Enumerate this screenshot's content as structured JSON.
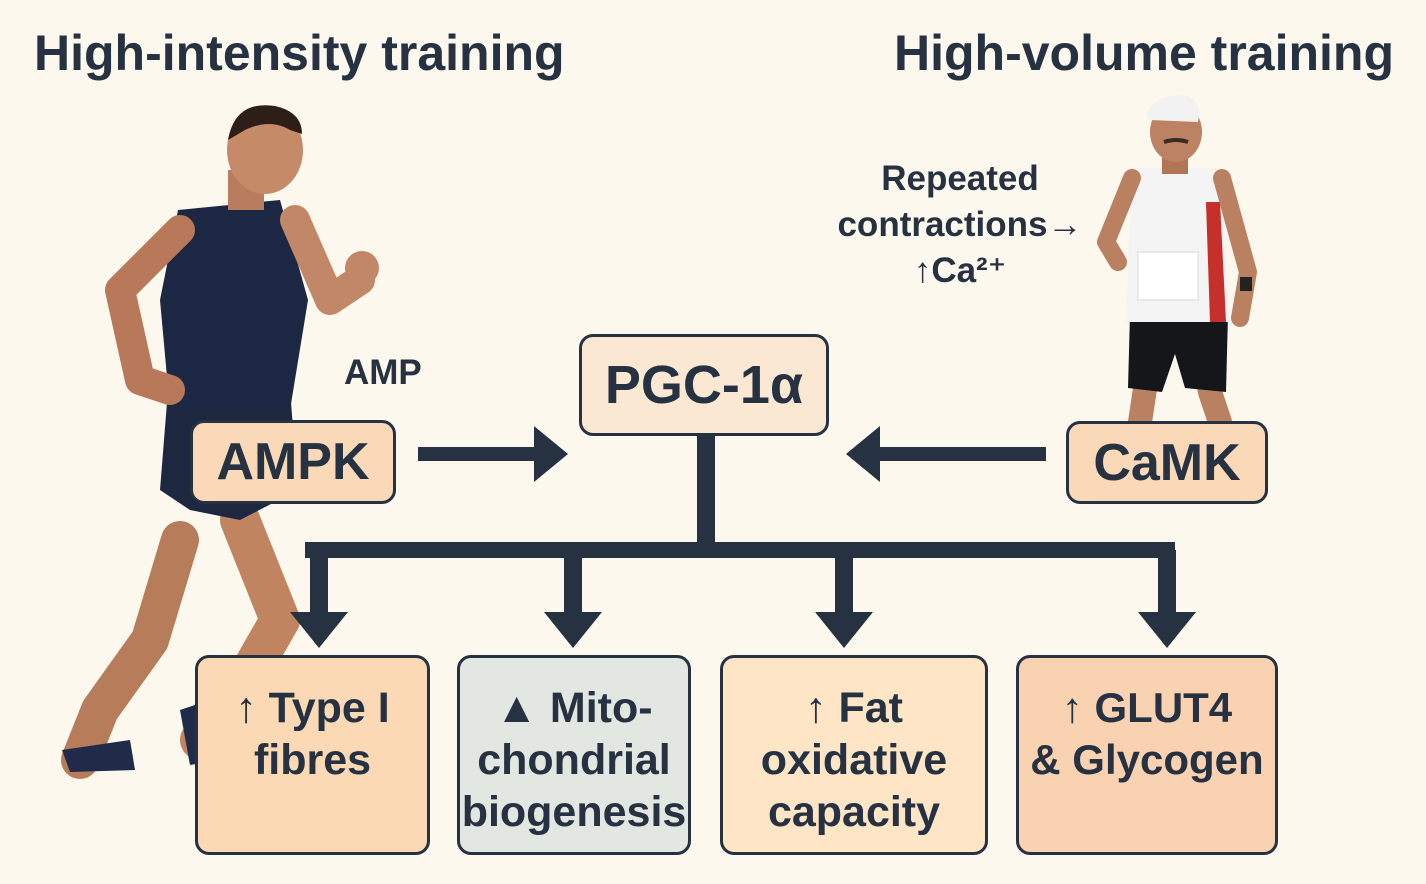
{
  "headings": {
    "left": "High-intensity training",
    "right": "High-volume training"
  },
  "annotations": {
    "amp": "AMP",
    "repeated_line1": "Repeated",
    "repeated_line2": "contractions→",
    "repeated_line3": "↑Ca²⁺"
  },
  "nodes": {
    "pgc": "PGC-1α",
    "ampk": "AMPK",
    "camk": "CaMK"
  },
  "outcomes": [
    {
      "line1": "↑ Type I",
      "line2": "fibres"
    },
    {
      "line1": "▲ Mito-",
      "line2": "chondrial",
      "line3": "biogenesis"
    },
    {
      "line1": "↑ Fat",
      "line2": "oxidative",
      "line3": "capacity"
    },
    {
      "line1": "↑ GLUT4",
      "line2": "& Glycogen"
    }
  ],
  "colors": {
    "background": "#fcf8ee",
    "ink": "#263142",
    "peach": "#fad9b8",
    "light_peach": "#fbe8d2",
    "grey_green": "#e3e7e2"
  },
  "icons": {
    "left_runner": "runner-icon",
    "right_runner": "runner-icon"
  }
}
